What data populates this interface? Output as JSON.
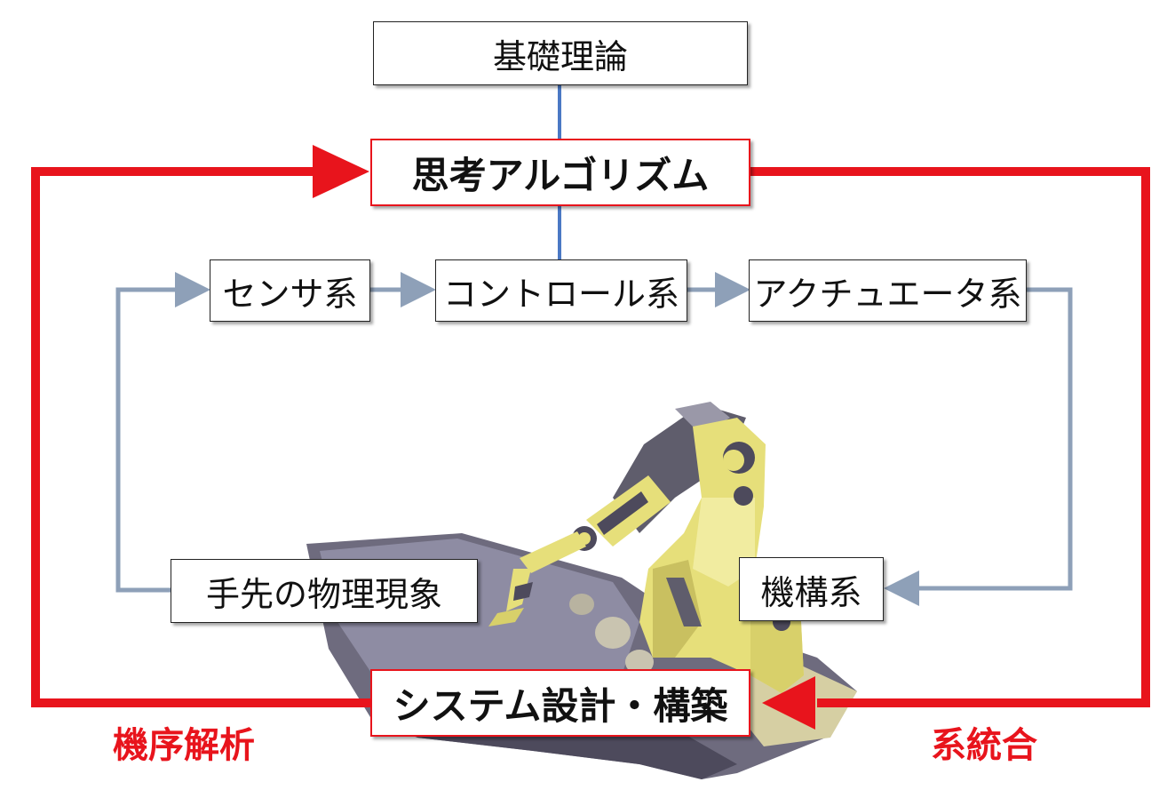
{
  "diagram": {
    "nodes": {
      "kiso_riron": "基礎理論",
      "shikou_algorithm": "思考アルゴリズム",
      "sensor": "センサ系",
      "control": "コントロール系",
      "actuator": "アクチュエータ系",
      "tesaki": "手先の物理現象",
      "kikou": "機構系",
      "system_design": "システム設計・構築"
    },
    "labels": {
      "left": "機序解析",
      "right": "系統合"
    },
    "colors": {
      "red": "#e8141c",
      "blue_link": "#4a78c4",
      "gray_arrow": "#8ea0b8"
    },
    "illustration": "robot-arm-clipart"
  }
}
